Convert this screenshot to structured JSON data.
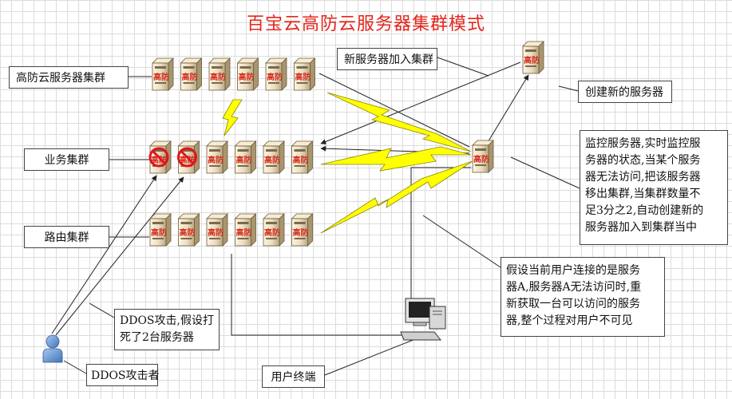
{
  "title": "百宝云高防云服务器集群模式",
  "server_text": "高防",
  "labels": {
    "cluster_gaofang": "高防云服务器集群",
    "cluster_business": "业务集群",
    "cluster_routing": "路由集群",
    "new_server_join": "新服务器加入集群",
    "create_new_server": "创建新的服务器",
    "monitor_lines": [
      "监控服务器,实时监控服",
      "务器的状态,当某个服务",
      "器无法访问,把该服务器",
      "移出集群,当集群数量不",
      "足3分之2,自动创建新的",
      "服务器加入到集群当中"
    ],
    "assume_lines": [
      "假设当前用户连接的是服务",
      "器A,服务器A无法访问时,重",
      "新获取一台可以访问的服务",
      "器,整个过程对用户不可见"
    ],
    "ddos_attack_lines": [
      "DDOS攻击,假设打",
      "死了2台服务器"
    ],
    "ddos_attacker": "DDOS攻击者",
    "user_terminal": "用户终端"
  },
  "rows": {
    "gaofang_count": 6,
    "business_count": 6,
    "business_dead_count": 2,
    "routing_count": 6
  },
  "colors": {
    "title": "#e4261c",
    "server_body": "#e9dcc0",
    "server_text": "#d42a1c",
    "lightning": "#ffff00",
    "attacker": "#5f95d4",
    "dead_mark": "#e0151a"
  },
  "icons": [
    "server-icon",
    "lightning-icon",
    "computer-icon",
    "user-icon",
    "no-entry-icon"
  ]
}
